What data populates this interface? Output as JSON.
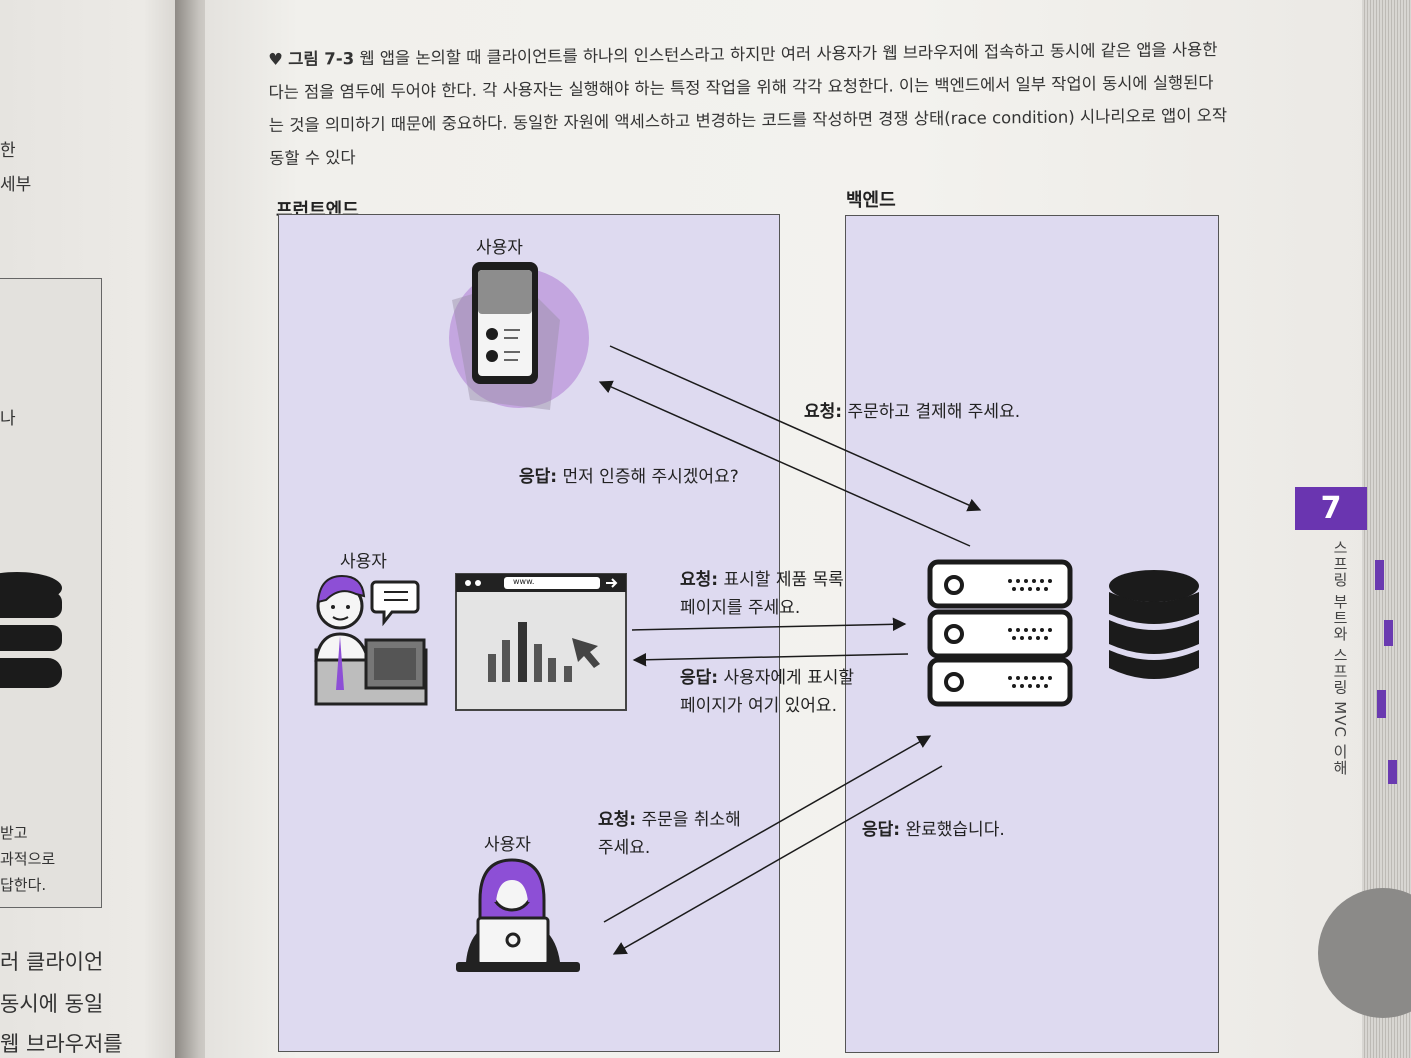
{
  "caption": {
    "figure_label": "그림 7-3",
    "text": "웹 앱을 논의할 때 클라이언트를 하나의 인스턴스라고 하지만 여러 사용자가 웹 브라우저에 접속하고 동시에 같은 앱을 사용한다는 점을 염두에 두어야 한다. 각 사용자는 실행해야 하는 특정 작업을 위해 각각 요청한다. 이는 백엔드에서 일부 작업이 동시에 실행된다는 것을 의미하기 때문에 중요하다. 동일한 자원에 액세스하고 변경하는 코드를 작성하면 경쟁 상태(race condition) 시나리오로 앱이 오작동할 수 있다"
  },
  "diagram": {
    "frontend_label": "프런트엔드",
    "backend_label": "백엔드",
    "user_label": "사용자",
    "browser_url": "www.",
    "messages": {
      "top_request_key": "요청:",
      "top_request_text": "주문하고 결제해 주세요.",
      "top_response_key": "응답:",
      "top_response_text": "먼저 인증해 주시겠어요?",
      "mid_request_key": "요청:",
      "mid_request_line1": "표시할 제품 목록",
      "mid_request_line2": "페이지를 주세요.",
      "mid_response_key": "응답:",
      "mid_response_line1": "사용자에게 표시할",
      "mid_response_line2": "페이지가 여기 있어요.",
      "bottom_request_key": "요청:",
      "bottom_request_line1": "주문을 취소해",
      "bottom_request_line2": "주세요.",
      "bottom_response_key": "응답:",
      "bottom_response_text": "완료했습니다."
    }
  },
  "side": {
    "chapter_number": "7",
    "chapter_title": "스프링 부트와 스프링 MVC 이해"
  },
  "left_page": {
    "fragments": [
      "한",
      "세부",
      "나",
      "받고",
      "과적으로",
      "답한다.",
      "러 클라이언",
      "동시에 동일",
      "웹 브라우저를"
    ]
  },
  "colors": {
    "panel": "#dedaf0",
    "accent": "#6a35b0",
    "phone_circle": "#c4a6e0"
  }
}
